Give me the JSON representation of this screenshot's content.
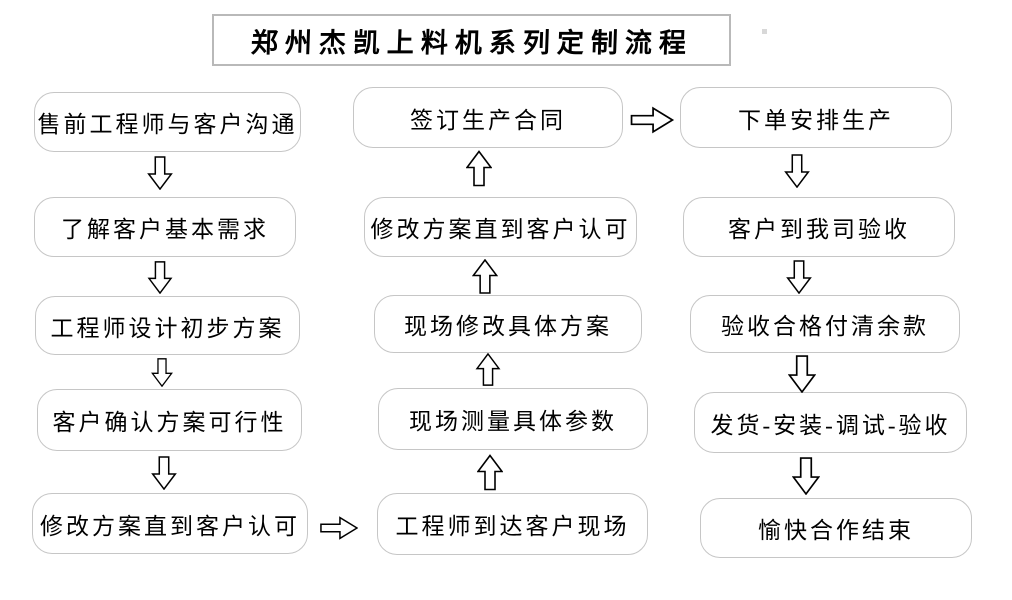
{
  "title": "郑州杰凯上料机系列定制流程",
  "flow": {
    "left_column": [
      "售前工程师与客户沟通",
      "了解客户基本需求",
      "工程师设计初步方案",
      "客户确认方案可行性",
      "修改方案直到客户认可"
    ],
    "middle_column": [
      "签订生产合同",
      "修改方案直到客户认可",
      "现场修改具体方案",
      "现场测量具体参数",
      "工程师到达客户现场"
    ],
    "right_column": [
      "下单安排生产",
      "客户到我司验收",
      "验收合格付清余款",
      "发货-安装-调试-验收",
      "愉快合作结束"
    ]
  },
  "icons": {
    "down_arrow": "⇩ hollow-block-arrow-down",
    "up_arrow": "⇧ hollow-block-arrow-up",
    "right_arrow": "⇨ hollow-block-arrow-right"
  },
  "colors": {
    "background": "#ffffff",
    "box_border": "#c6c6c6",
    "title_border": "#b9b9b9",
    "arrow_outline": "#000000",
    "text": "#000000"
  }
}
